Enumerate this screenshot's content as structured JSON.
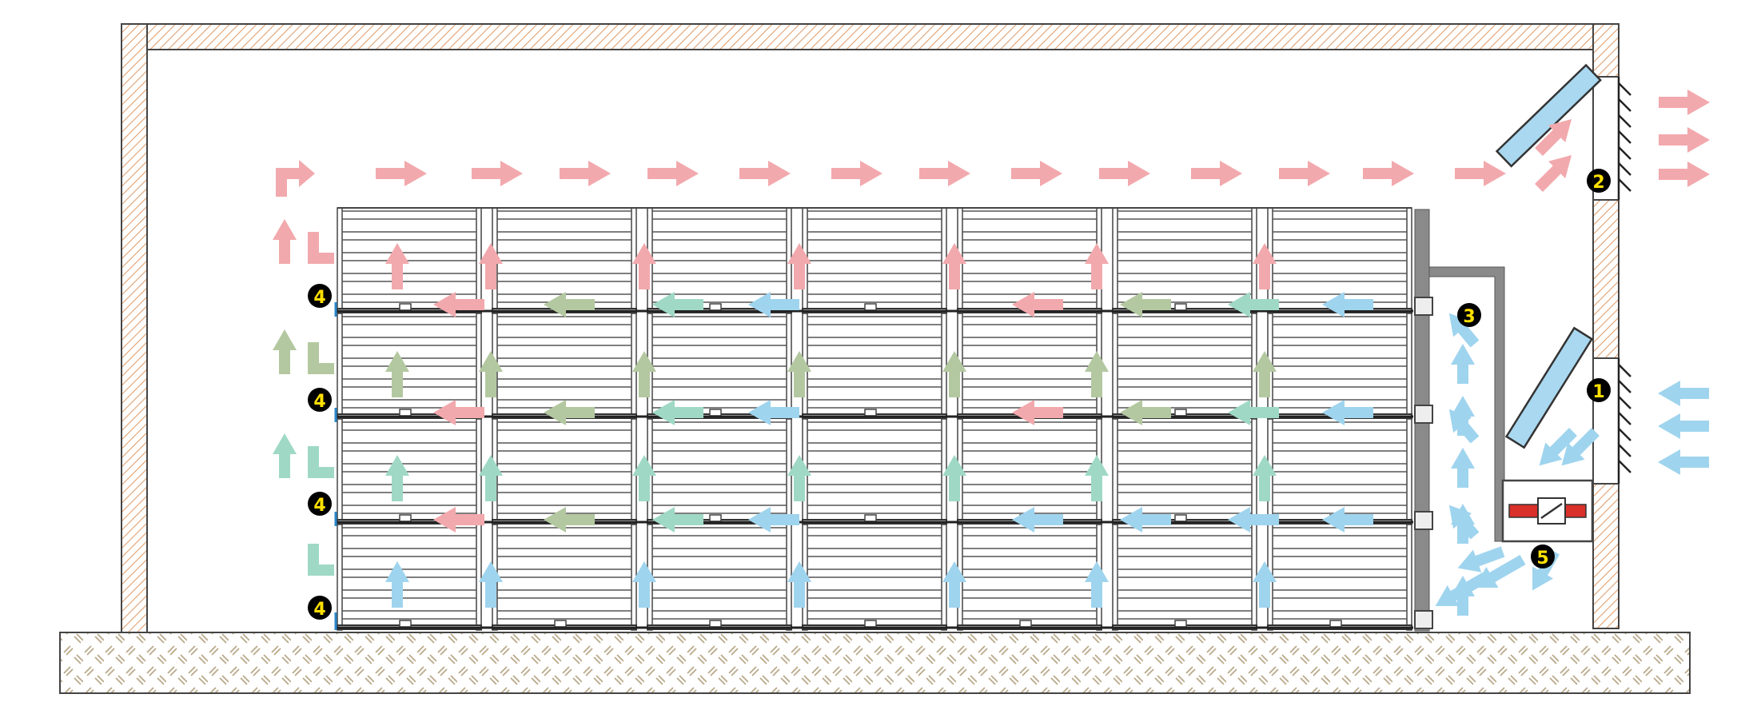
{
  "colors": {
    "wall_hatch": "#e0a070",
    "wall_outline": "#333333",
    "floor_hatch": "#b9a98a",
    "rack_line": "#444444",
    "plenum": "#8a8a8a",
    "flap": "#a9d8f0",
    "fan_blade": "#d9302a",
    "marker_fill": "#000000",
    "marker_text": "#ffe000",
    "airflow": {
      "exhaust": "#f2a9ad",
      "warm": "#b3c8a0",
      "mid": "#9fd9c6",
      "fresh": "#9fd4ee"
    }
  },
  "icons": {
    "inlet_flap": "tilted-flap-icon",
    "outlet_flap": "tilted-flap-icon",
    "fan": "fan-icon",
    "louver": "louver-icon",
    "arrow": "arrow-icon"
  },
  "markers": {
    "inlet": "1",
    "outlet": "2",
    "plenum": "3",
    "level_valve": "4",
    "fan": "5"
  }
}
